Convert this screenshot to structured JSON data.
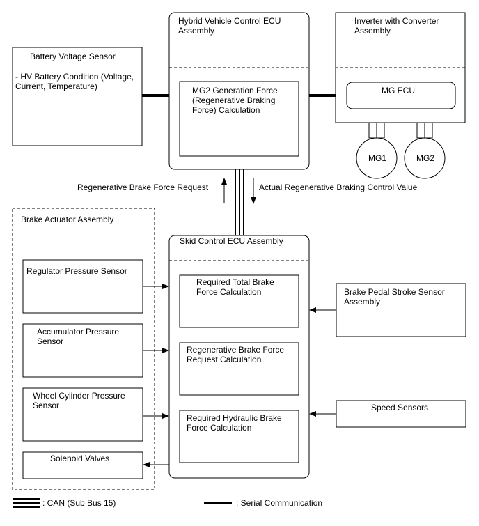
{
  "battery_sensor": {
    "title": "Battery Voltage Sensor",
    "desc": "- HV Battery Condition (Voltage, Current, Temperature)"
  },
  "hv_ecu": {
    "title": "Hybrid Vehicle Control ECU Assembly",
    "calc": "MG2 Generation Force (Regenerative Braking Force) Calculation"
  },
  "inverter": {
    "title": "Inverter with Converter Assembly",
    "mg_ecu": "MG ECU",
    "mg1": "MG1",
    "mg2": "MG2"
  },
  "signals": {
    "request": "Regenerative Brake Force Request",
    "actual": "Actual Regenerative Braking Control Value"
  },
  "brake_actuator": {
    "title": "Brake Actuator Assembly",
    "regulator": "Regulator Pressure Sensor",
    "accumulator": "Accumulator Pressure Sensor",
    "wheel_cylinder": "Wheel Cylinder Pressure Sensor",
    "solenoid": "Solenoid Valves"
  },
  "skid_ecu": {
    "title": "Skid Control ECU Assembly",
    "total": "Required Total Brake Force Calculation",
    "regen": "Regenerative Brake Force Request Calculation",
    "hydraulic": "Required Hydraulic Brake Force Calculation"
  },
  "pedal_sensor": "Brake Pedal Stroke Sensor Assembly",
  "speed_sensors": "Speed Sensors",
  "legend": {
    "can": ": CAN (Sub Bus 15)",
    "serial": ": Serial Communication"
  }
}
